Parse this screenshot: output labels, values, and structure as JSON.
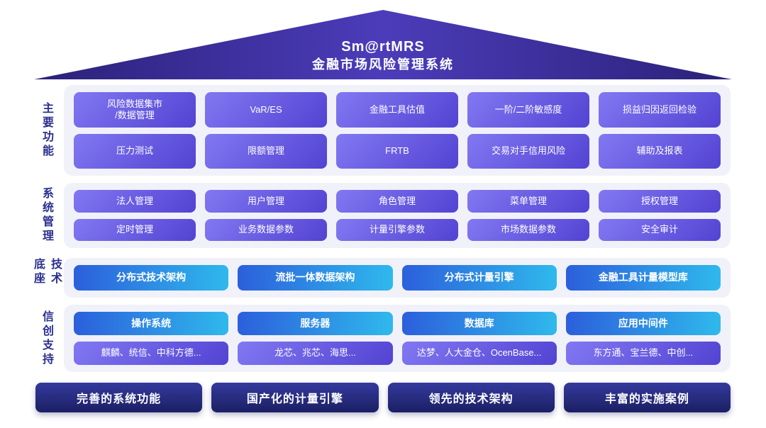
{
  "roof": {
    "title": "Sm@rtMRS",
    "subtitle": "金融市场风险管理系统"
  },
  "main_functions": {
    "label": "主要功能",
    "rows": [
      [
        "风险数据集市\n/数据管理",
        "VaR/ES",
        "金融工具估值",
        "一阶/二阶敏感度",
        "损益归因返回检验"
      ],
      [
        "压力测试",
        "限额管理",
        "FRTB",
        "交易对手信用风险",
        "辅助及报表"
      ]
    ]
  },
  "system_management": {
    "label": "系统管理",
    "rows": [
      [
        "法人管理",
        "用户管理",
        "角色管理",
        "菜单管理",
        "授权管理"
      ],
      [
        "定时管理",
        "业务数据参数",
        "计量引擎参数",
        "市场数据参数",
        "安全审计"
      ]
    ]
  },
  "tech_foundation": {
    "label": "技术底座",
    "items": [
      "分布式技术架构",
      "流批一体数据架构",
      "分布式计量引擎",
      "金融工具计量模型库"
    ]
  },
  "xinchuang_support": {
    "label": "信创支持",
    "categories": [
      "操作系统",
      "服务器",
      "数据库",
      "应用中间件"
    ],
    "vendors": [
      "麒麟、统信、中科方德...",
      "龙芯、兆芯、海思...",
      "达梦、人大金仓、OcenBase...",
      "东方通、宝兰德、中创..."
    ]
  },
  "footer": {
    "items": [
      "完善的系统功能",
      "国产化的计量引擎",
      "领先的技术架构",
      "丰富的实施案例"
    ]
  },
  "colors": {
    "roof-dark": "#2b2178",
    "roof-light": "#4c3cba",
    "purple-start": "#8278f2",
    "purple-end": "#5243d2",
    "blue-start": "#2c5fdc",
    "blue-end": "#2fb9ec",
    "navy-start": "#343a9e",
    "navy-end": "#1b1f63",
    "panel-bg": "#f1f1fa",
    "label-color": "#2b2f8e"
  }
}
